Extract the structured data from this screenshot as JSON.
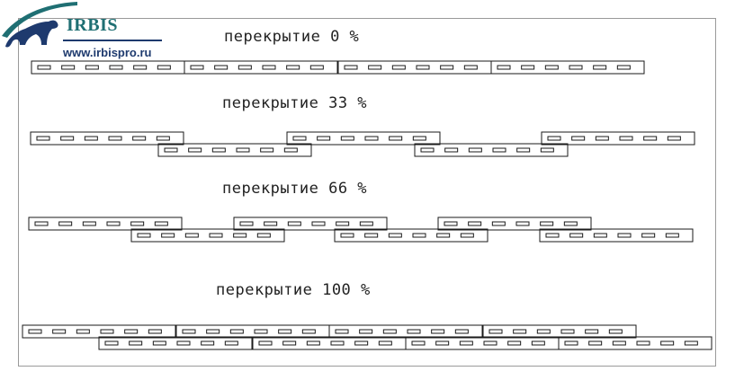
{
  "logo": {
    "brand": "IRBIS",
    "url": "www.irbispro.ru",
    "icon": "panther-icon",
    "brand_color": "#1f6f73",
    "url_color": "#1e3a6e"
  },
  "sections": [
    {
      "caption": "перекрытие 0 %",
      "overlap_percent": 0
    },
    {
      "caption": "перекрытие 33 %",
      "overlap_percent": 33
    },
    {
      "caption": "перекрытие 66 %",
      "overlap_percent": 66
    },
    {
      "caption": "перекрытие 100 %",
      "overlap_percent": 100
    }
  ],
  "colors": {
    "stroke": "#1a1a1a",
    "frame": "#9a9a9a"
  }
}
